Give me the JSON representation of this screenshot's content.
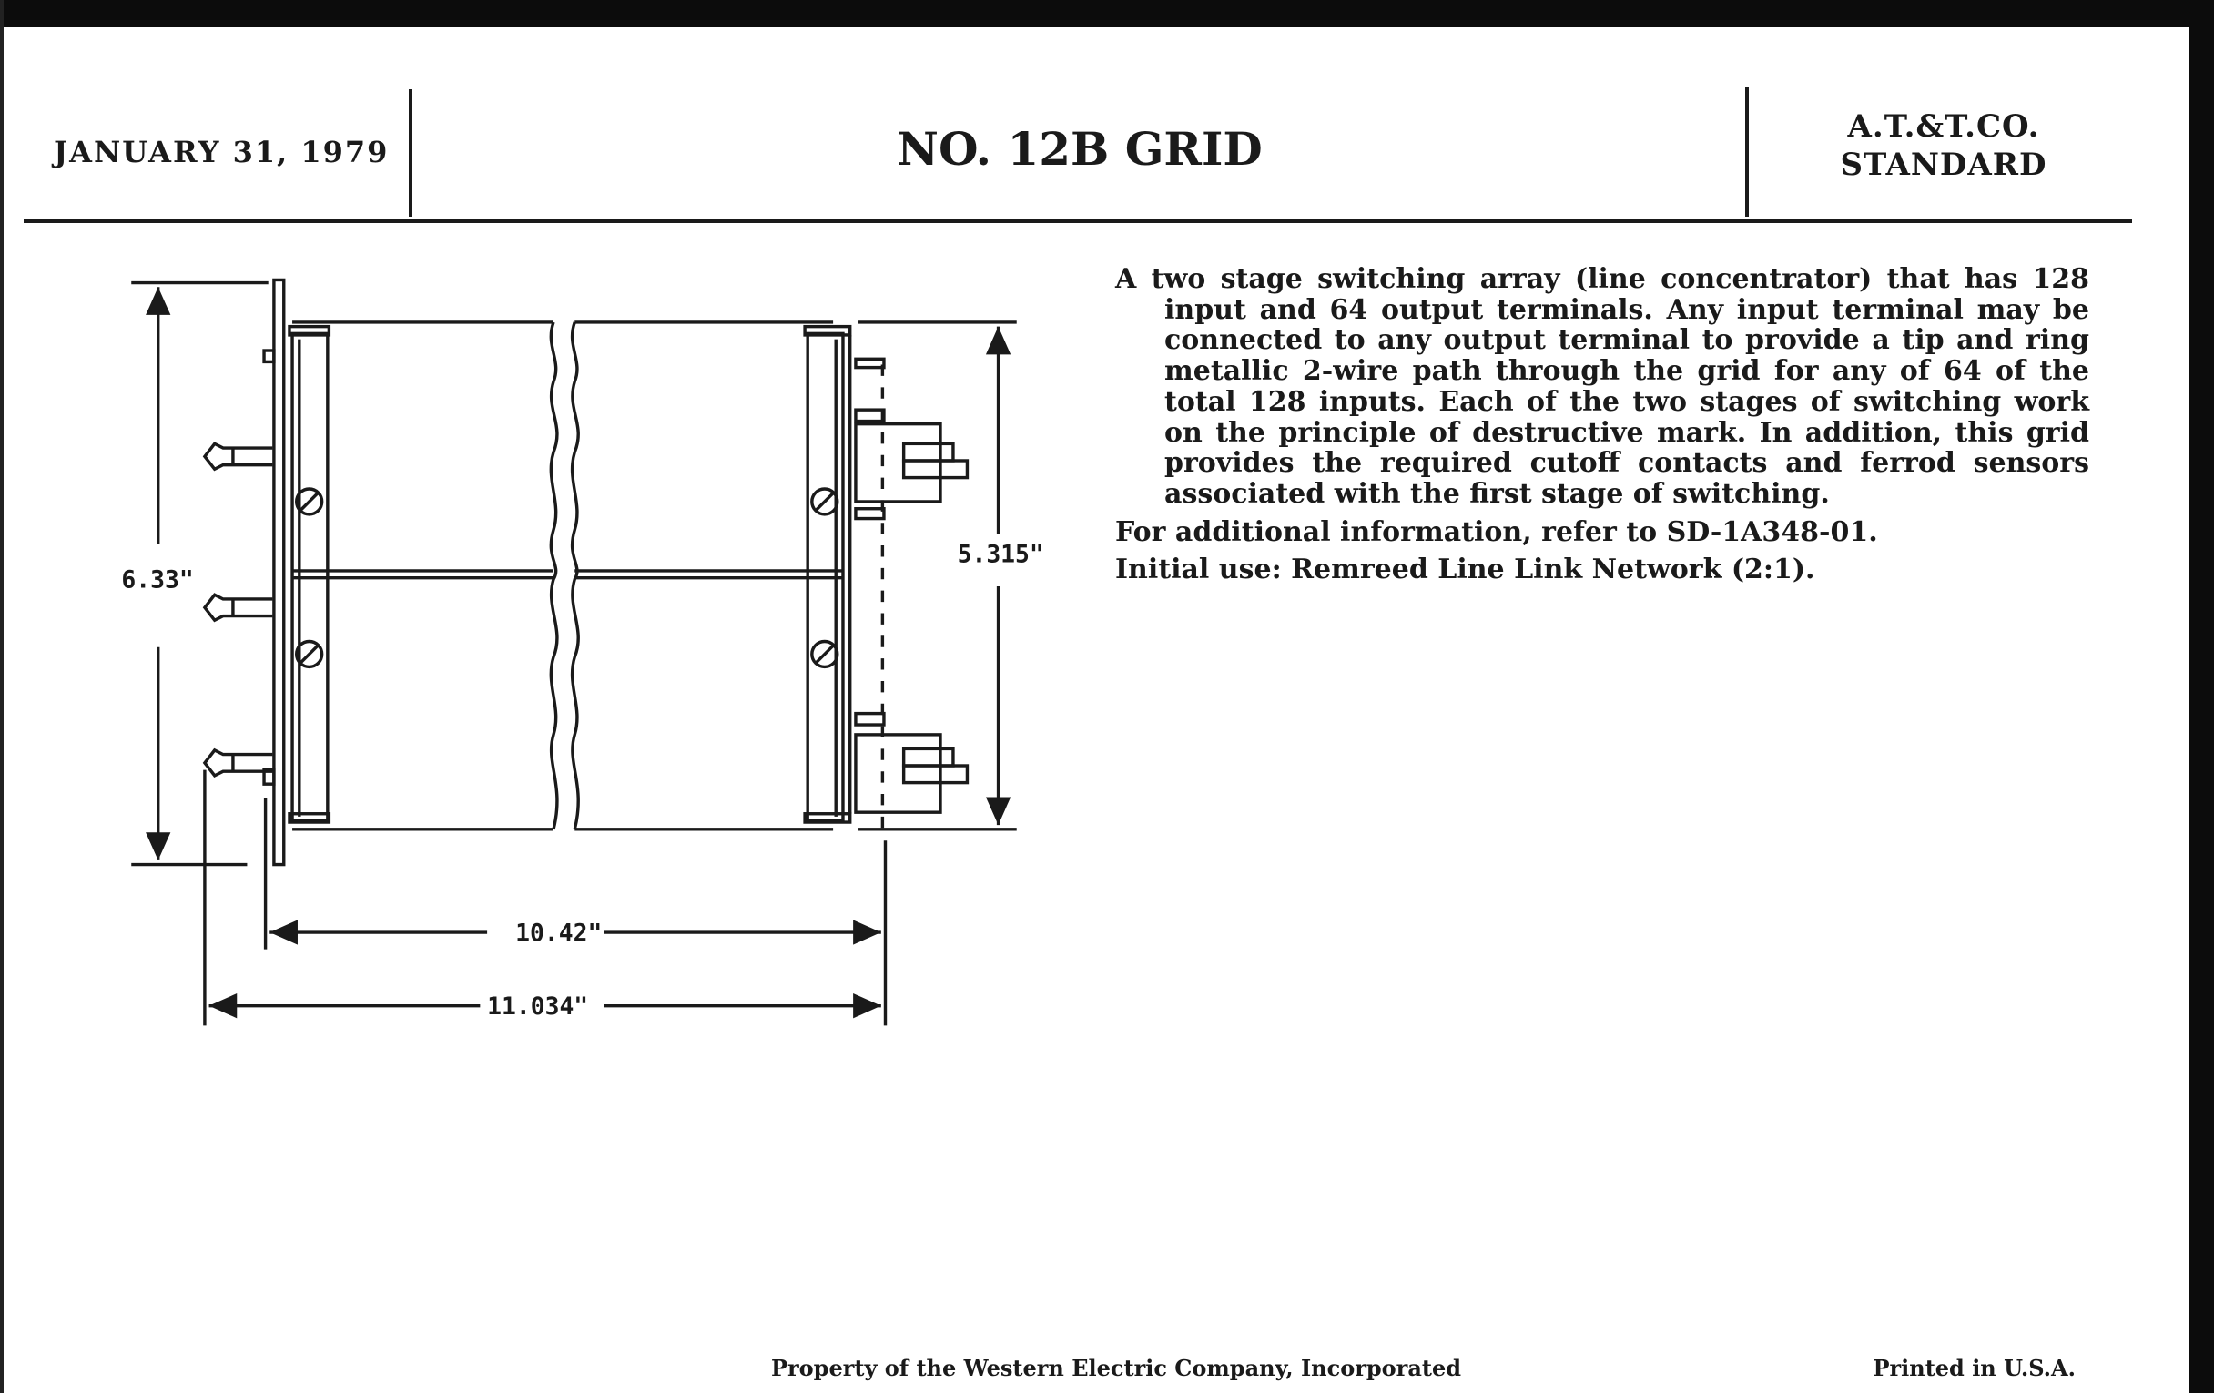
{
  "header": {
    "date": "JANUARY 31, 1979",
    "title": "NO. 12B GRID",
    "standard_line1": "A.T.&T.CO.",
    "standard_line2": "STANDARD"
  },
  "description": {
    "paragraph": "A two stage switching array (line concentrator) that has 128 input and 64 output terminals. Any input terminal may be connected to any output terminal to provide a tip and ring metallic 2-wire path through the grid for any of 64 of the total 128 inputs. Each of the two stages of switching work on the principle of destructive mark. In addition, this grid provides the required cutoff contacts and ferrod sensors associated with the first stage of switching.",
    "reference": "For additional information, refer to SD-1A348-01.",
    "initial_use": "Initial use:  Remreed Line Link Network (2:1)."
  },
  "drawing": {
    "height_overall": "6.33\"",
    "height_module": "5.315\"",
    "depth_inner": "10.42\"",
    "depth_overall": "11.034\""
  },
  "footer": {
    "property": "Property of the Western Electric Company, Incorporated",
    "printed": "Printed in U.S.A."
  }
}
